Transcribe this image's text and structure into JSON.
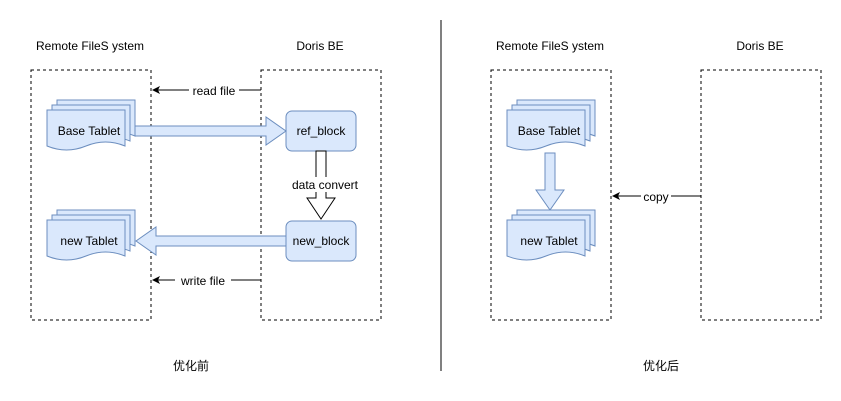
{
  "colors": {
    "fill": "#dae8fc",
    "stroke": "#6c8ebf",
    "line": "#000000"
  },
  "before": {
    "remote_label": "Remote FileS ystem",
    "be_label": "Doris BE",
    "base_tablet": "Base Tablet",
    "new_tablet": "new Tablet",
    "ref_block": "ref_block",
    "new_block": "new_block",
    "read_file": "read file",
    "write_file": "write file",
    "data_convert": "data convert",
    "caption": "优化前"
  },
  "after": {
    "remote_label": "Remote FileS ystem",
    "be_label": "Doris BE",
    "base_tablet": "Base Tablet",
    "new_tablet": "new Tablet",
    "copy": "copy",
    "caption": "优化后"
  }
}
